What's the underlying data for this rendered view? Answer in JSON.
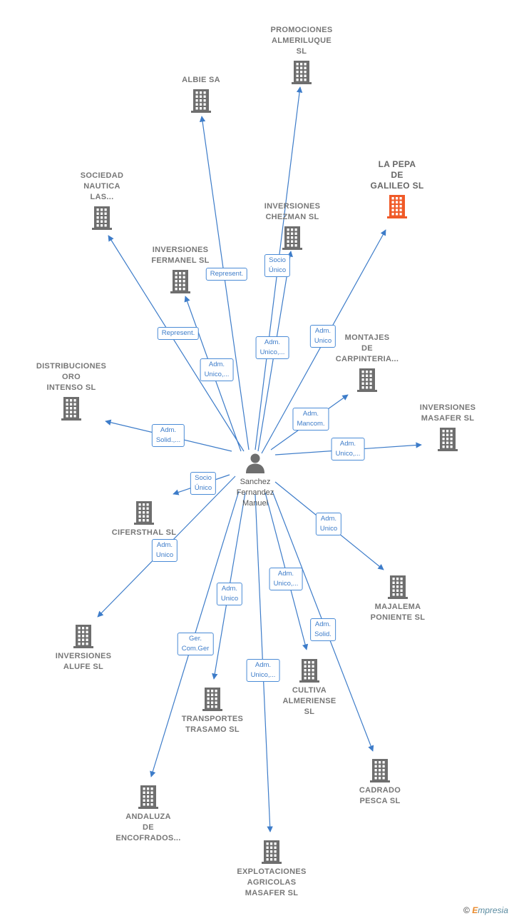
{
  "person": {
    "name": "Sanchez\nFernandez\nManuel",
    "icon": "person-icon"
  },
  "colors": {
    "edge": "#3d7cc9",
    "building": "#6e6e6e",
    "highlight": "#f05a28"
  },
  "companies": [
    {
      "id": "promociones",
      "label": "PROMOCIONES\nALMERILUQUE\nSL",
      "highlight": false
    },
    {
      "id": "albie",
      "label": "ALBIE SA",
      "highlight": false
    },
    {
      "id": "lapepa",
      "label": "LA PEPA\nDE\nGALILEO SL",
      "highlight": true
    },
    {
      "id": "sociedad",
      "label": "SOCIEDAD\nNAUTICA\nLAS...",
      "highlight": false
    },
    {
      "id": "chezman",
      "label": "INVERSIONES\nCHEZMAN SL",
      "highlight": false
    },
    {
      "id": "fermanel",
      "label": "INVERSIONES\nFERMANEL SL",
      "highlight": false
    },
    {
      "id": "montajes",
      "label": "MONTAJES\nDE\nCARPINTERIA...",
      "highlight": false
    },
    {
      "id": "distribuciones",
      "label": "DISTRIBUCIONES\nORO\nINTENSO SL",
      "highlight": false
    },
    {
      "id": "masafer",
      "label": "INVERSIONES\nMASAFER SL",
      "highlight": false
    },
    {
      "id": "cifersthal",
      "label": "CIFERSTHAL SL",
      "highlight": false
    },
    {
      "id": "majalema",
      "label": "MAJALEMA\nPONIENTE SL",
      "highlight": false
    },
    {
      "id": "alufe",
      "label": "INVERSIONES\nALUFE SL",
      "highlight": false
    },
    {
      "id": "cultiva",
      "label": "CULTIVA\nALMERIENSE\nSL",
      "highlight": false
    },
    {
      "id": "trasamo",
      "label": "TRANSPORTES\nTRASAMO SL",
      "highlight": false
    },
    {
      "id": "cadrado",
      "label": "CADRADO\nPESCA SL",
      "highlight": false
    },
    {
      "id": "andaluza",
      "label": "ANDALUZA\nDE\nENCOFRADOS...",
      "highlight": false
    },
    {
      "id": "explotaciones",
      "label": "EXPLOTACIONES\nAGRICOLAS\nMASAFER SL",
      "highlight": false
    }
  ],
  "relations": [
    {
      "target": "albie",
      "label": "Represent."
    },
    {
      "target": "promociones",
      "label": "Socio\nÚnico"
    },
    {
      "target": "chezman",
      "label": "Adm.\nUnico,..."
    },
    {
      "target": "lapepa",
      "label": "Adm.\nUnico"
    },
    {
      "target": "sociedad",
      "label": "Represent."
    },
    {
      "target": "fermanel",
      "label": "Adm.\nUnico,..."
    },
    {
      "target": "montajes",
      "label": "Adm.\nMancom."
    },
    {
      "target": "distribuciones",
      "label": "Adm.\nSolid.,..."
    },
    {
      "target": "masafer",
      "label": "Adm.\nUnico,..."
    },
    {
      "target": "cifersthal",
      "label": "Socio\nÚnico"
    },
    {
      "target": "alufe",
      "label": "Adm.\nUnico"
    },
    {
      "target": "majalema",
      "label": "Adm.\nUnico"
    },
    {
      "target": "cultiva",
      "label": "Adm.\nUnico,..."
    },
    {
      "target": "cadrado",
      "label": "Adm.\nSolid."
    },
    {
      "target": "trasamo",
      "label": "Adm.\nUnico"
    },
    {
      "target": "andaluza",
      "label": "Ger.\nCom.Ger"
    },
    {
      "target": "explotaciones",
      "label": "Adm.\nUnico,..."
    }
  ],
  "credit": {
    "copyright": "©",
    "brand_initial": "E",
    "brand_rest": "mpresia"
  }
}
